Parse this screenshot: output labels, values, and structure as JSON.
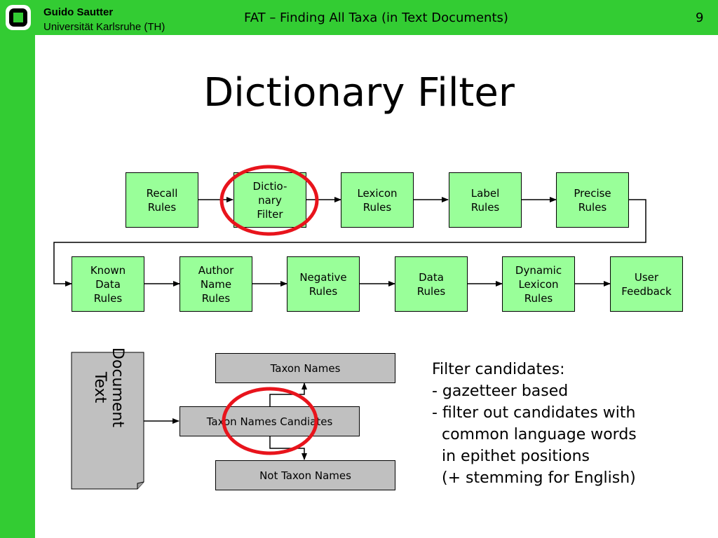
{
  "header": {
    "author": "Guido Sautter",
    "affiliation": "Universität Karlsruhe (TH)",
    "title": "FAT – Finding All Taxa (in Text Documents)",
    "page_number": "9"
  },
  "slide": {
    "title": "Dictionary Filter"
  },
  "pipeline": {
    "row1": [
      "Recall\nRules",
      "Dictio-\nnary\nFilter",
      "Lexicon\nRules",
      "Label\nRules",
      "Precise\nRules"
    ],
    "row2": [
      "Known\nData\nRules",
      "Author\nName\nRules",
      "Negative\nRules",
      "Data\nRules",
      "Dynamic\nLexicon\nRules",
      "User\nFeedback"
    ]
  },
  "filter_diagram": {
    "document": "Document\nText",
    "taxon_names": "Taxon Names",
    "candidates": "Taxon Names Candiates",
    "not_taxon_names": "Not Taxon Names"
  },
  "notes": [
    "Filter candidates:",
    "- gazetteer based",
    "- filter out candidates with",
    "  common language words",
    "  in epithet positions",
    "  (+ stemming for English)"
  ],
  "colors": {
    "brand_green": "#33cc33",
    "box_green": "#99ff99",
    "box_gray": "#c0c0c0",
    "highlight_red": "#e8141c"
  }
}
